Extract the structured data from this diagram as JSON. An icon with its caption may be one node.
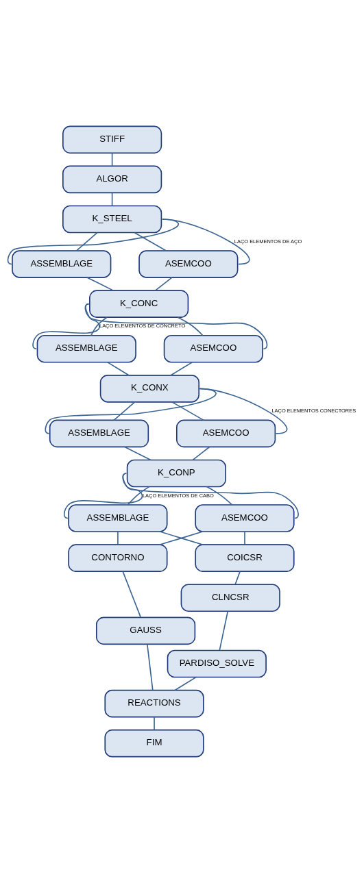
{
  "diagram": {
    "nodes": [
      {
        "text": [
          "STIFF"
        ]
      },
      {
        "text": [
          "ALGOR"
        ]
      },
      {
        "text": [
          "K_STEEL"
        ]
      },
      {
        "text": [
          "ASSEMBLAGE"
        ]
      },
      {
        "text": [
          "ASEMCOO"
        ]
      },
      {
        "text": [
          "K_CONC"
        ]
      },
      {
        "text": [
          "ASSEMBLAGE"
        ]
      },
      {
        "text": [
          "ASEMCOO"
        ]
      },
      {
        "text": [
          "K_CONX"
        ]
      },
      {
        "text": [
          "ASSEMBLAGE"
        ]
      },
      {
        "text": [
          "ASEMCOO"
        ]
      },
      {
        "text": [
          "K_CONP"
        ]
      },
      {
        "text": [
          "ASSEMBLAGE"
        ]
      },
      {
        "text": [
          "ASEMCOO"
        ]
      },
      {
        "text": [
          "CONTORNO"
        ]
      },
      {
        "text": [
          "GAUSS"
        ]
      },
      {
        "text": [
          "COICSR"
        ]
      },
      {
        "text": [
          "CLNCSR"
        ]
      },
      {
        "text": [
          "PARDISO_SOLVE"
        ]
      },
      {
        "text": [
          "REACTIONS"
        ]
      },
      {
        "text": [
          "FIM"
        ]
      }
    ],
    "edges": [
      {
        "from": 0,
        "to": 1,
        "arrow": "none"
      },
      {
        "from": 1,
        "to": 2,
        "arrow": "none"
      },
      {
        "from": 2,
        "to": 3,
        "arrow": "none"
      },
      {
        "from": 2,
        "to": 4,
        "arrow": "none"
      },
      {
        "from": 3,
        "to": 5,
        "arrow": "none"
      },
      {
        "from": 4,
        "to": 5,
        "arrow": "none"
      },
      {
        "from": 3,
        "to": 2,
        "arrow": "none"
      },
      {
        "from": 4,
        "to": 2,
        "arrow": "none",
        "label": "LAÇO ELEMENTOS DE AÇO"
      },
      {
        "from": 5,
        "to": 6,
        "arrow": "none"
      },
      {
        "from": 5,
        "to": 7,
        "arrow": "none"
      },
      {
        "from": 6,
        "to": 8,
        "arrow": "none"
      },
      {
        "from": 7,
        "to": 8,
        "arrow": "none"
      },
      {
        "from": 6,
        "to": 5,
        "arrow": "none",
        "label": "LAÇO ELEMENTOS DE CONCRETO"
      },
      {
        "from": 7,
        "to": 5,
        "arrow": "none"
      },
      {
        "from": 8,
        "to": 9,
        "arrow": "none"
      },
      {
        "from": 8,
        "to": 10,
        "arrow": "none"
      },
      {
        "from": 9,
        "to": 11,
        "arrow": "none"
      },
      {
        "from": 10,
        "to": 11,
        "arrow": "none"
      },
      {
        "from": 9,
        "to": 8,
        "arrow": "none"
      },
      {
        "from": 10,
        "to": 8,
        "arrow": "none",
        "label": "LAÇO ELEMENTOS CONECTORES"
      },
      {
        "from": 11,
        "to": 12,
        "arrow": "none"
      },
      {
        "from": 11,
        "to": 13,
        "arrow": "none"
      },
      {
        "from": 12,
        "to": 14,
        "arrow": "none"
      },
      {
        "from": 13,
        "to": 14,
        "arrow": "none"
      },
      {
        "from": 12,
        "to": 16,
        "arrow": "none"
      },
      {
        "from": 13,
        "to": 16,
        "arrow": "none"
      },
      {
        "from": 12,
        "to": 11,
        "arrow": "none",
        "label": "LAÇO ELEMENTOS DE CABO"
      },
      {
        "from": 13,
        "to": 11,
        "arrow": "none"
      },
      {
        "from": 14,
        "to": 15,
        "arrow": "none"
      },
      {
        "from": 16,
        "to": 17,
        "arrow": "none"
      },
      {
        "from": 17,
        "to": 18,
        "arrow": "none"
      },
      {
        "from": 15,
        "to": 19,
        "arrow": "none"
      },
      {
        "from": 18,
        "to": 19,
        "arrow": "none"
      },
      {
        "from": 19,
        "to": 20,
        "arrow": "none"
      }
    ]
  }
}
